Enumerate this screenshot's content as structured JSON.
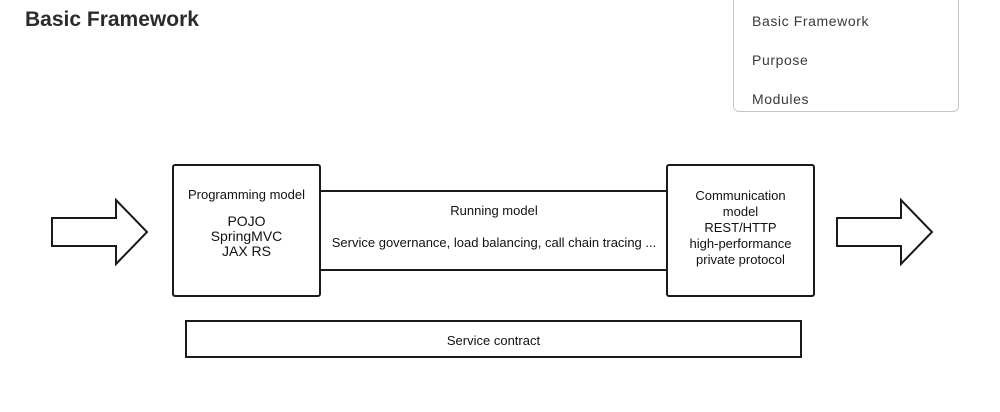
{
  "page": {
    "title": "Basic Framework"
  },
  "toc": {
    "items": [
      {
        "label": "Basic Framework"
      },
      {
        "label": "Purpose"
      },
      {
        "label": "Modules"
      }
    ]
  },
  "diagram": {
    "programming_model": {
      "title": "Programming model",
      "items": [
        "POJO",
        "SpringMVC",
        "JAX RS"
      ]
    },
    "running_model": {
      "title": "Running model",
      "description": "Service governance, load balancing, call chain tracing ..."
    },
    "communication_model": {
      "title_lines": [
        "Communication",
        "model"
      ],
      "items": [
        "REST/HTTP",
        "high-performance",
        "private protocol"
      ]
    },
    "service_contract": {
      "label": "Service contract"
    },
    "colors": {
      "stroke": "#1a1a1a",
      "fill": "#ffffff"
    }
  }
}
